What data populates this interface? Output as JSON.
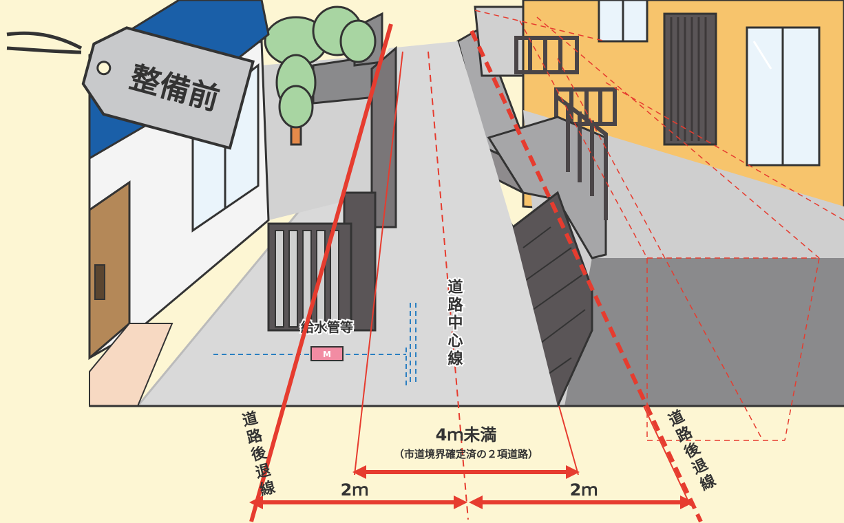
{
  "tag": {
    "text": "整備前"
  },
  "labels": {
    "water_pipe": "給水管等",
    "meter": "M",
    "center_line": "道路中心線",
    "setback_left": "道路後退線",
    "setback_right": "道路後退線",
    "width_main": "4ｍ未満",
    "width_sub": "（市道境界確定済の２項道路）",
    "dist_left": "2ｍ",
    "dist_right": "2ｍ"
  },
  "colors": {
    "background": "#fdf6d3",
    "setback_red": "#e63c2f",
    "pipe_blue": "#2a7fc1",
    "wall_dark": "#5a5557",
    "road": "#d9d9d9",
    "roof_blue": "#1a5fa8",
    "tree_green": "#a8d5a2",
    "building_orange": "#f7c46c"
  }
}
